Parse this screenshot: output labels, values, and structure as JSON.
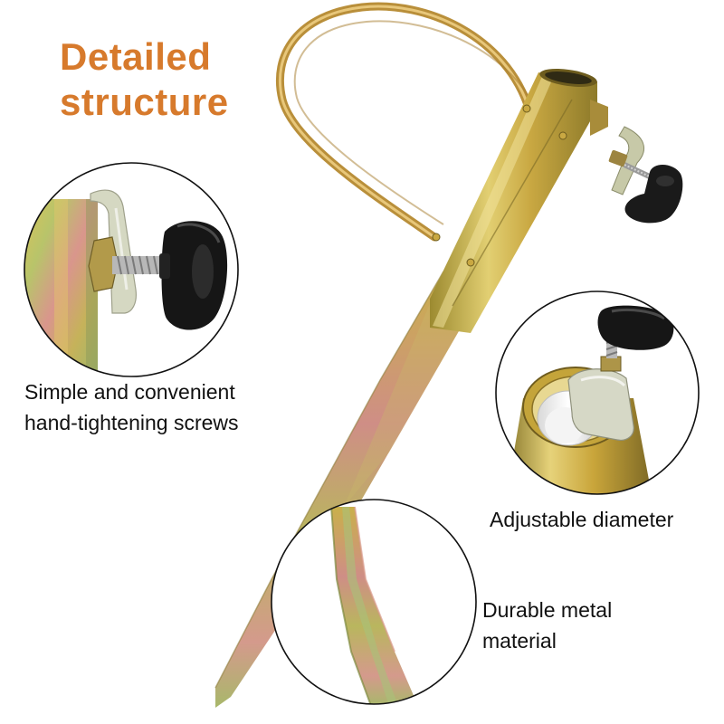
{
  "title": {
    "line1": "Detailed",
    "line2": "structure"
  },
  "captions": {
    "screws": {
      "line1": "Simple and convenient",
      "line2": "hand-tightening screws"
    },
    "diameter": {
      "line1": "Adjustable diameter"
    },
    "metal": {
      "line1": "Durable metal",
      "line2": "material"
    }
  },
  "colors": {
    "title": "#d77a2c",
    "caption": "#111111",
    "circle_border": "#111111",
    "knob": "#1a1a1a",
    "metal_gold": "#c9a53a",
    "metal_pink": "#d48a86",
    "metal_green": "#9fb86a"
  }
}
